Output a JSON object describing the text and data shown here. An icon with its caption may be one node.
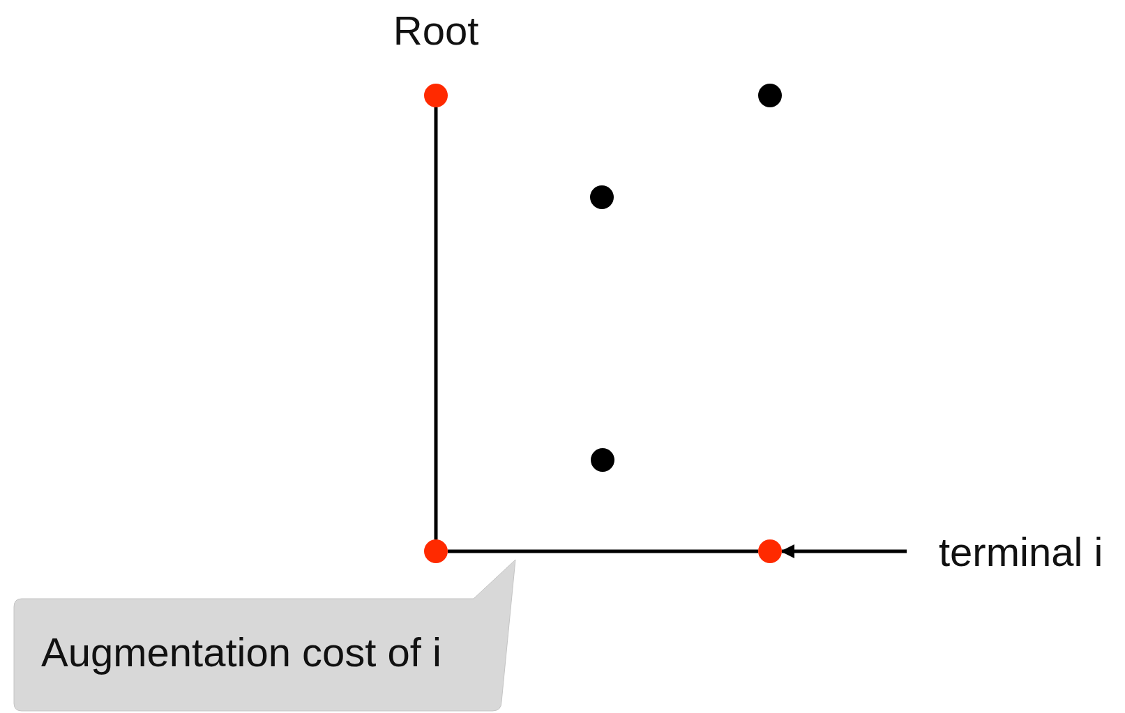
{
  "diagram": {
    "nodes": [
      {
        "text": [],
        "shape": "circle",
        "beside": [
          "Root"
        ]
      },
      {
        "text": [],
        "shape": "circle"
      },
      {
        "text": [],
        "shape": "circle"
      },
      {
        "text": [],
        "shape": "circle"
      },
      {
        "text": [],
        "shape": "circle"
      },
      {
        "text": [],
        "shape": "circle"
      },
      {
        "text": [
          "terminal i"
        ]
      },
      {
        "text": [
          "Augmentation cost of i"
        ]
      }
    ],
    "edges": [
      {
        "from": 0,
        "to": 4,
        "arrow": "none"
      },
      {
        "from": 4,
        "to": 5,
        "arrow": "none"
      },
      {
        "from": 6,
        "to": 5,
        "arrow": "to"
      }
    ]
  }
}
